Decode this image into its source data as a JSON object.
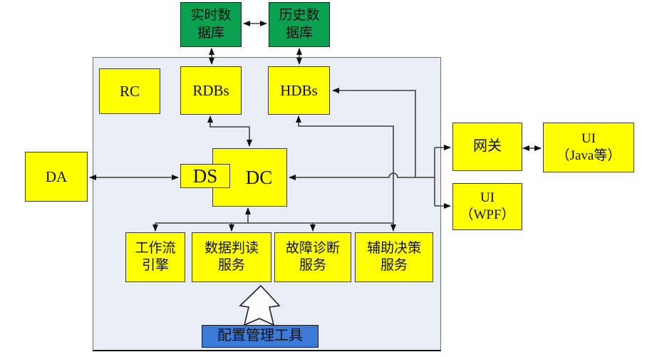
{
  "diagram_title": "DC data-service architecture diagram",
  "colors": {
    "database_green": "#0aa150",
    "module_yellow": "#ffff00",
    "tool_blue": "#3b7ad6",
    "container_fill": "#e9edf6",
    "connector": "#3f3f3f"
  },
  "nodes": {
    "realtime_db": {
      "line1": "实时数",
      "line2": "据库"
    },
    "history_db": {
      "line1": "历史数",
      "line2": "据库"
    },
    "rc": {
      "line1": "RC"
    },
    "rdbs": {
      "line1": "RDBs"
    },
    "hdbs": {
      "line1": "HDBs"
    },
    "da": {
      "line1": "DA"
    },
    "ds": {
      "line1": "DS"
    },
    "dc": {
      "line1": "DC"
    },
    "workflow_engine": {
      "line1": "工作流",
      "line2": "引擎"
    },
    "data_interpretation": {
      "line1": "数据判读",
      "line2": "服务"
    },
    "fault_diagnosis": {
      "line1": "故障诊断",
      "line2": "服务"
    },
    "decision_support": {
      "line1": "辅助决策",
      "line2": "服务"
    },
    "gateway": {
      "line1": "网关"
    },
    "ui_java": {
      "line1": "UI",
      "line2": "（Java等）"
    },
    "ui_wpf": {
      "line1": "UI",
      "line2": "（WPF）"
    },
    "config_tool": {
      "line1": "配置管理工具"
    }
  }
}
